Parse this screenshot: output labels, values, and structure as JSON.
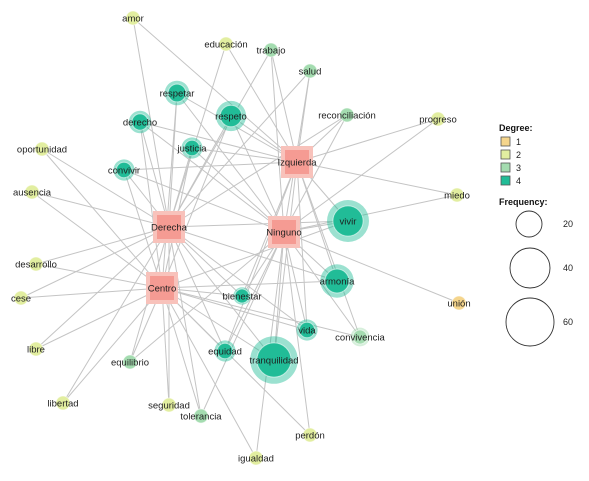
{
  "legend": {
    "degree_title": "Degree:",
    "frequency_title": "Frequency:",
    "degree_items": [
      {
        "label": "1",
        "color": "#f5d58c"
      },
      {
        "label": "2",
        "color": "#e2eea0"
      },
      {
        "label": "3",
        "color": "#a4dcb0"
      },
      {
        "label": "4",
        "color": "#21bc97"
      }
    ],
    "frequency_items": [
      "20",
      "40",
      "60"
    ]
  },
  "colors": {
    "category_fill": "#f59b93",
    "category_halo": "#f8c2bb",
    "edge": "#c4c4c4"
  },
  "categories": [
    {
      "id": "izquierda",
      "label": "Izquierda"
    },
    {
      "id": "derecha",
      "label": "Derecha"
    },
    {
      "id": "ninguno",
      "label": "Ninguno"
    },
    {
      "id": "centro",
      "label": "Centro"
    }
  ],
  "words": [
    {
      "id": "amor",
      "label": "amor",
      "degree": 2,
      "frequency": 2,
      "links": [
        "izquierda",
        "derecha"
      ]
    },
    {
      "id": "educacion",
      "label": "educación",
      "degree": 2,
      "frequency": 2,
      "links": [
        "izquierda",
        "derecha"
      ]
    },
    {
      "id": "trabajo",
      "label": "trabajo",
      "degree": 3,
      "frequency": 3,
      "links": [
        "izquierda",
        "derecha",
        "ninguno"
      ]
    },
    {
      "id": "salud",
      "label": "salud",
      "degree": 3,
      "frequency": 3,
      "links": [
        "izquierda",
        "derecha",
        "ninguno"
      ]
    },
    {
      "id": "respetar",
      "label": "respetar",
      "degree": 4,
      "frequency": 12,
      "links": [
        "izquierda",
        "derecha",
        "ninguno",
        "centro"
      ]
    },
    {
      "id": "respeto",
      "label": "respeto",
      "degree": 4,
      "frequency": 18,
      "links": [
        "izquierda",
        "derecha",
        "ninguno",
        "centro"
      ]
    },
    {
      "id": "reconciliacion",
      "label": "reconciliación",
      "degree": 3,
      "frequency": 3,
      "links": [
        "izquierda",
        "derecha",
        "ninguno"
      ]
    },
    {
      "id": "progreso",
      "label": "progreso",
      "degree": 2,
      "frequency": 2,
      "links": [
        "izquierda",
        "ninguno"
      ]
    },
    {
      "id": "derecho",
      "label": "derecho",
      "degree": 4,
      "frequency": 10,
      "links": [
        "izquierda",
        "derecha",
        "ninguno",
        "centro"
      ]
    },
    {
      "id": "justicia",
      "label": "justicia",
      "degree": 4,
      "frequency": 9,
      "links": [
        "izquierda",
        "derecha",
        "ninguno",
        "centro"
      ]
    },
    {
      "id": "oportunidad",
      "label": "oportunidad",
      "degree": 2,
      "frequency": 2,
      "links": [
        "derecha",
        "centro"
      ]
    },
    {
      "id": "convivir",
      "label": "convivir",
      "degree": 4,
      "frequency": 9,
      "links": [
        "izquierda",
        "derecha",
        "ninguno",
        "centro"
      ]
    },
    {
      "id": "miedo",
      "label": "miedo",
      "degree": 2,
      "frequency": 2,
      "links": [
        "izquierda",
        "ninguno"
      ]
    },
    {
      "id": "ausencia",
      "label": "ausencia",
      "degree": 2,
      "frequency": 2,
      "links": [
        "derecha",
        "centro"
      ]
    },
    {
      "id": "vivir",
      "label": "vivir",
      "degree": 4,
      "frequency": 35,
      "links": [
        "izquierda",
        "derecha",
        "ninguno",
        "centro"
      ]
    },
    {
      "id": "desarrollo",
      "label": "desarrollo",
      "degree": 2,
      "frequency": 2,
      "links": [
        "derecha",
        "centro"
      ]
    },
    {
      "id": "armonia",
      "label": "armonía",
      "degree": 4,
      "frequency": 22,
      "links": [
        "izquierda",
        "derecha",
        "ninguno",
        "centro"
      ]
    },
    {
      "id": "cese",
      "label": "cese",
      "degree": 2,
      "frequency": 2,
      "links": [
        "derecha",
        "centro"
      ]
    },
    {
      "id": "bienestar",
      "label": "bienestar",
      "degree": 4,
      "frequency": 6,
      "links": [
        "izquierda",
        "derecha",
        "ninguno",
        "centro"
      ]
    },
    {
      "id": "union",
      "label": "unión",
      "degree": 1,
      "frequency": 2,
      "links": [
        "ninguno"
      ]
    },
    {
      "id": "vida",
      "label": "vida",
      "degree": 4,
      "frequency": 9,
      "links": [
        "izquierda",
        "derecha",
        "ninguno",
        "centro"
      ]
    },
    {
      "id": "convivencia",
      "label": "convivencia",
      "degree": 3,
      "frequency": 7,
      "links": [
        "izquierda",
        "ninguno",
        "centro"
      ]
    },
    {
      "id": "libre",
      "label": "libre",
      "degree": 2,
      "frequency": 2,
      "links": [
        "derecha",
        "centro"
      ]
    },
    {
      "id": "equidad",
      "label": "equidad",
      "degree": 4,
      "frequency": 9,
      "links": [
        "izquierda",
        "derecha",
        "ninguno",
        "centro"
      ]
    },
    {
      "id": "tranquilidad",
      "label": "tranquilidad",
      "degree": 4,
      "frequency": 45,
      "links": [
        "izquierda",
        "derecha",
        "ninguno",
        "centro"
      ]
    },
    {
      "id": "equilibrio",
      "label": "equilibrio",
      "degree": 3,
      "frequency": 3,
      "links": [
        "derecha",
        "ninguno",
        "centro"
      ]
    },
    {
      "id": "libertad",
      "label": "libertad",
      "degree": 2,
      "frequency": 2,
      "links": [
        "derecha",
        "centro"
      ]
    },
    {
      "id": "seguridad",
      "label": "seguridad",
      "degree": 2,
      "frequency": 2,
      "links": [
        "derecha",
        "centro"
      ]
    },
    {
      "id": "tolerancia",
      "label": "tolerancia",
      "degree": 3,
      "frequency": 4,
      "links": [
        "derecha",
        "ninguno",
        "centro"
      ]
    },
    {
      "id": "perdon",
      "label": "perdón",
      "degree": 2,
      "frequency": 2,
      "links": [
        "ninguno",
        "centro"
      ]
    },
    {
      "id": "igualdad",
      "label": "igualdad",
      "degree": 2,
      "frequency": 2,
      "links": [
        "ninguno",
        "centro"
      ]
    }
  ]
}
